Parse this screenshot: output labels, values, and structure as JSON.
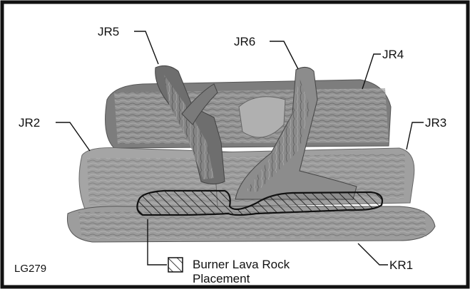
{
  "figure": {
    "code": "LG279",
    "logs": {
      "jr2": "JR2",
      "jr3": "JR3",
      "jr4": "JR4",
      "jr5": "JR5",
      "jr6": "JR6",
      "kr1": "KR1"
    },
    "legend": {
      "line1": "Burner Lava Rock",
      "line2": "Placement"
    }
  }
}
